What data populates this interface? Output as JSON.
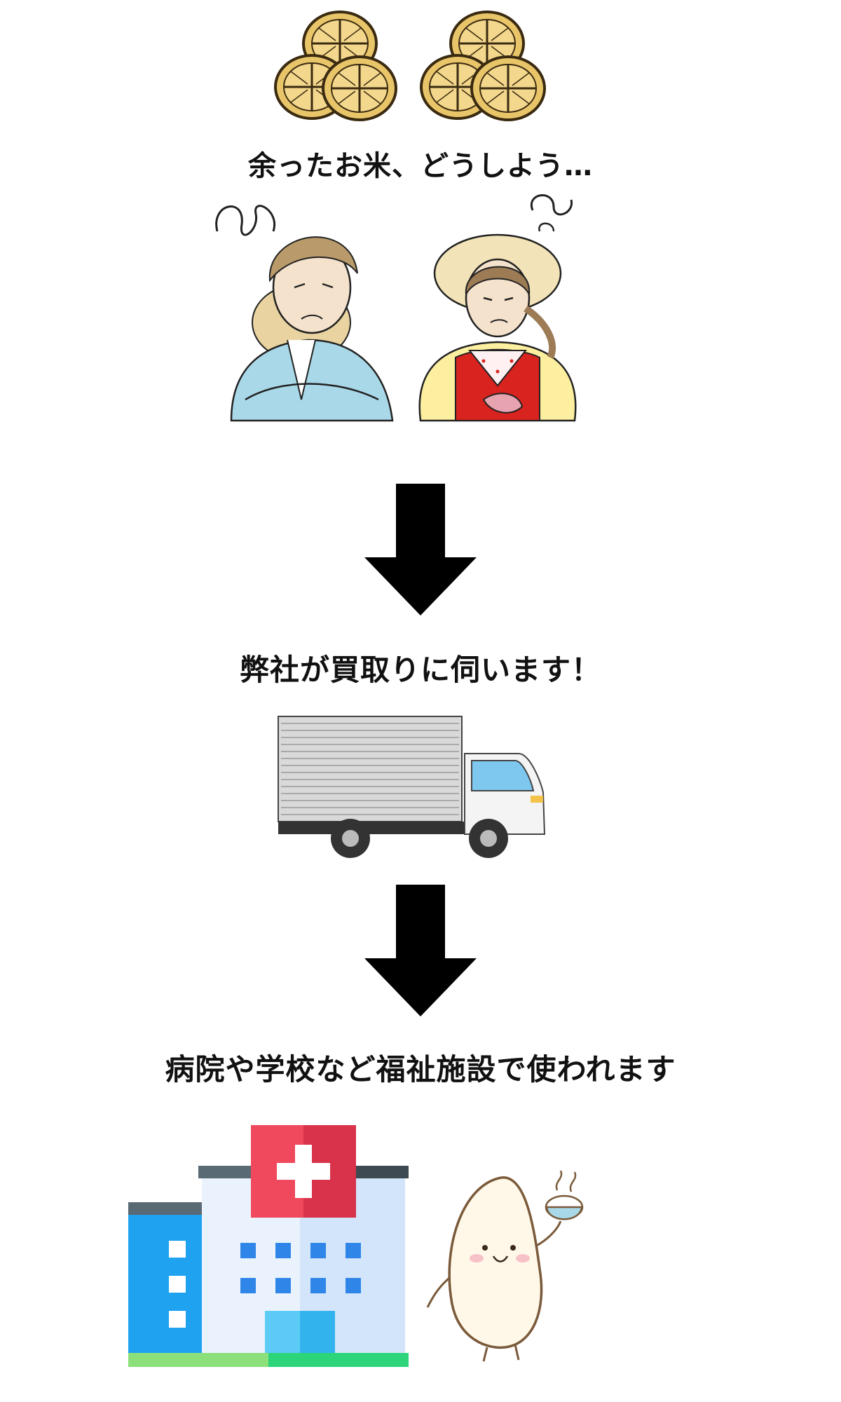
{
  "captions": {
    "step1": "余ったお米、どうしよう…",
    "step2": "弊社が買取りに伺います！",
    "step3": "病院や学校など福祉施設で使われます"
  },
  "colors": {
    "bale_gold": "#E9C56A",
    "bale_outline": "#3A2A10",
    "arrow": "#000000",
    "hospital_red": "#F0485C",
    "hospital_blue": "#1FA2F0",
    "hospital_green": "#2CD47A",
    "window_blue": "#2F86E8",
    "farmer_shirt": "#A9D8E8",
    "farmer_vest_red": "#D8231E",
    "farmer_sleeve_yellow": "#FCEFA0",
    "rice_grain": "#FFF8E8"
  },
  "icons": [
    "rice-bale-stack-icon",
    "worried-farmers-illustration",
    "down-arrow-icon",
    "delivery-truck-icon",
    "hospital-building-icon",
    "rice-grain-mascot-icon"
  ]
}
